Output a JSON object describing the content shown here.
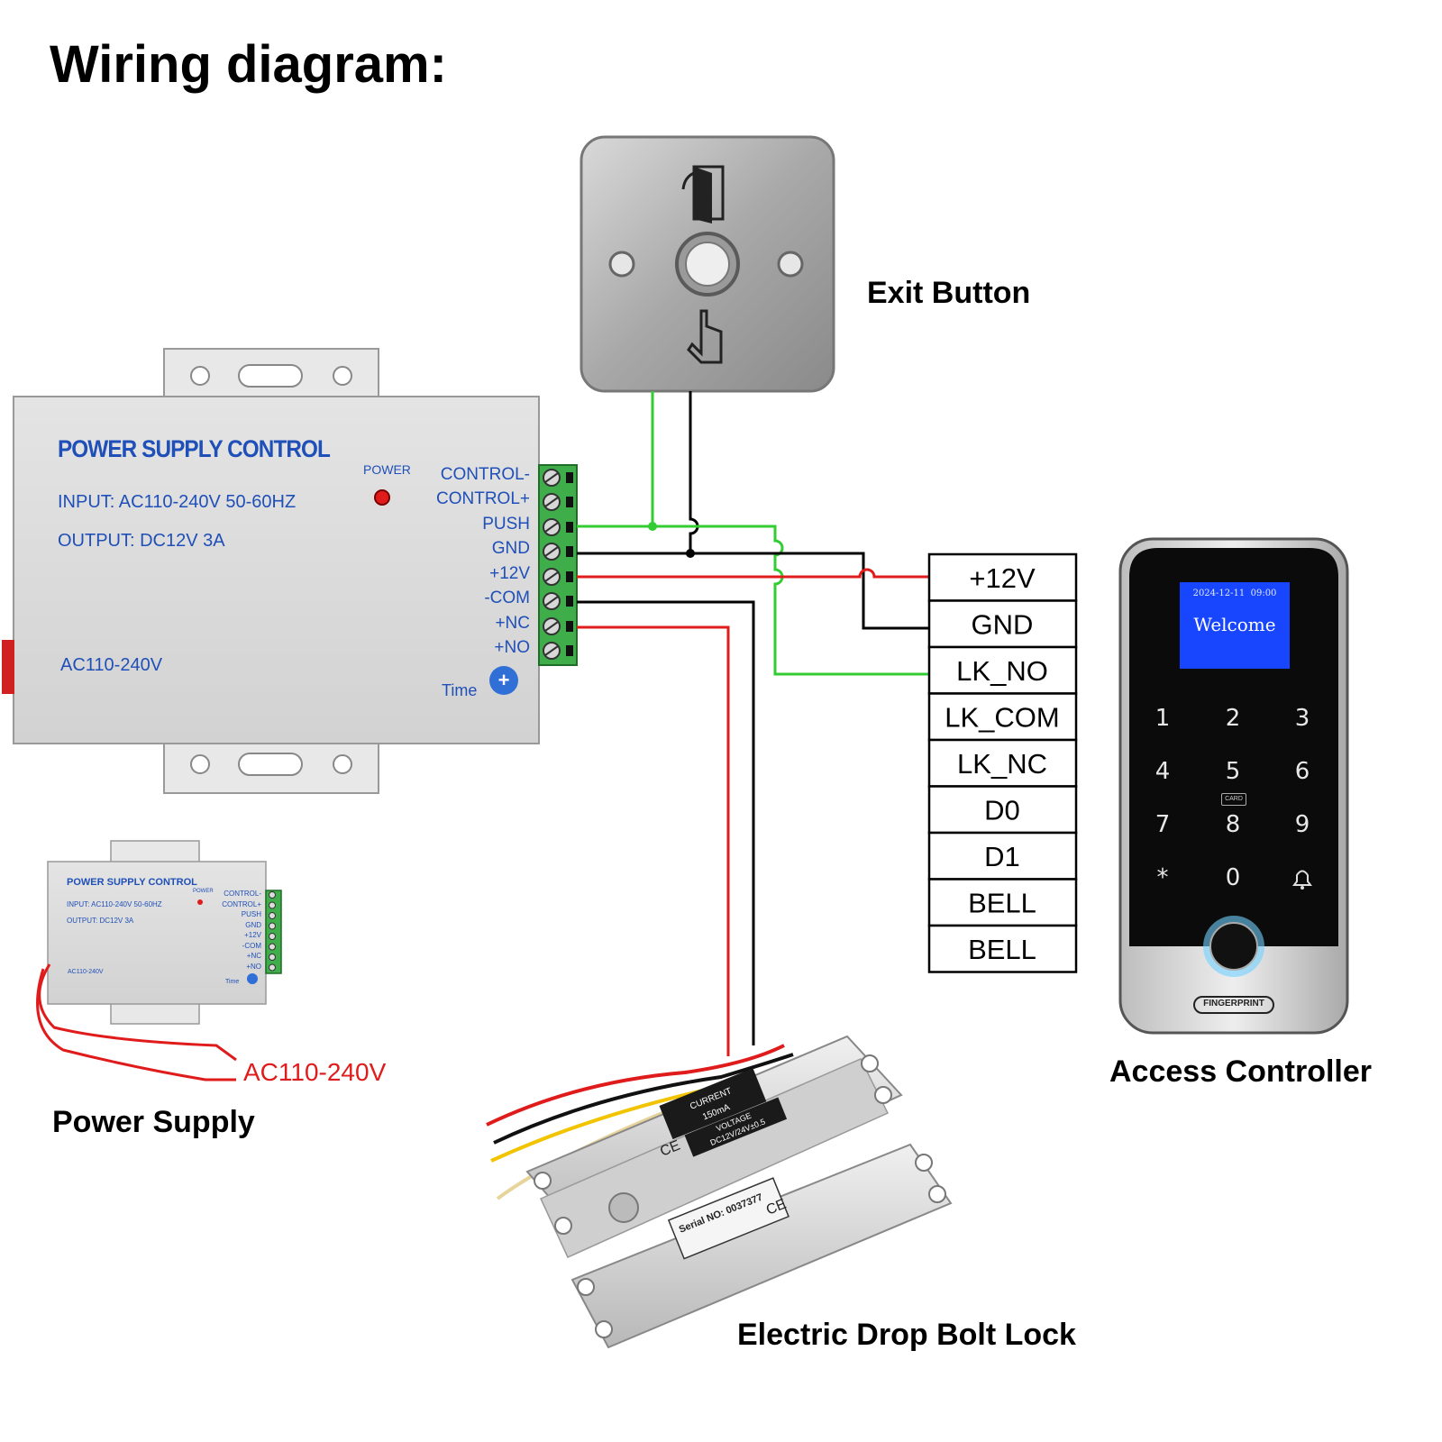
{
  "title": "Wiring diagram:",
  "colors": {
    "green": "#33cc33",
    "red": "#e01b1b",
    "black": "#000000",
    "psu_text": "#1f4fb8",
    "screen": "#1846ff"
  },
  "exit_button": {
    "caption": "Exit Button"
  },
  "psu": {
    "heading": "POWER SUPPLY CONTROL",
    "input": "INPUT: AC110-240V 50-60HZ",
    "output": "OUTPUT: DC12V  3A",
    "power_label": "POWER",
    "ac_label": "AC110-240V",
    "time_label": "Time",
    "terminals": [
      "CONTROL-",
      "CONTROL+",
      "PUSH",
      "GND",
      "+12V",
      "-COM",
      "+NC",
      "+NO"
    ]
  },
  "small_psu": {
    "heading": "POWER SUPPLY CONTROL",
    "input": "INPUT: AC110-240V 50-60HZ",
    "output": "OUTPUT: DC12V  3A",
    "power_label": "POWER",
    "ac_label": "AC110-240V",
    "time_label": "Time",
    "terminals": [
      "CONTROL-",
      "CONTROL+",
      "PUSH",
      "GND",
      "+12V",
      "-COM",
      "+NC",
      "+NO"
    ],
    "ac_input_label": "AC110-240V",
    "caption": "Power Supply"
  },
  "controller_terminals": [
    "+12V",
    "GND",
    "LK_NO",
    "LK_COM",
    "LK_NC",
    "D0",
    "D1",
    "BELL",
    "BELL"
  ],
  "access_controller": {
    "screen_date": "2024-12-11",
    "screen_time": "09:00",
    "screen_text": "Welcome",
    "keys": [
      "1",
      "2",
      "3",
      "4",
      "5",
      "6",
      "7",
      "8",
      "9",
      "*",
      "0",
      "bell-icon"
    ],
    "card_label": "CARD",
    "fingerprint_label": "FINGERPRINT",
    "caption": "Access Controller"
  },
  "lock": {
    "label_current": "CURRENT",
    "label_current_value": "150mA",
    "label_voltage": "VOLTAGE",
    "label_voltage_value": "DC12V/24V±0.5",
    "serial": "Serial NO: 0037377",
    "ce": "CE",
    "caption": "Electric Drop Bolt Lock"
  }
}
